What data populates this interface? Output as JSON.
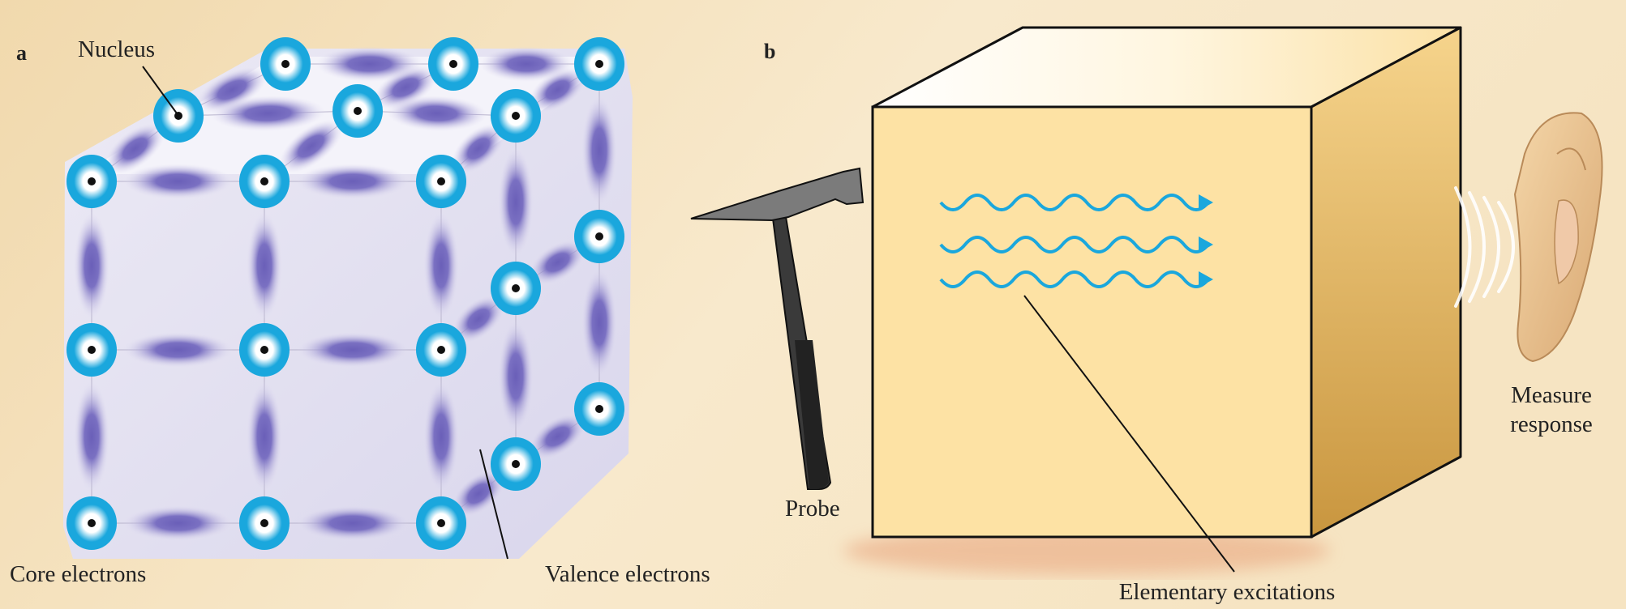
{
  "panel_a": {
    "label": "a",
    "nucleus_label": "Nucleus",
    "core_label": "Core electrons",
    "valence_label": "Valence electrons"
  },
  "panel_b": {
    "label": "b",
    "probe_label": "Probe",
    "excitations_label": "Elementary excitations",
    "measure_line1": "Measure",
    "measure_line2": "response"
  },
  "colors": {
    "atom": "#1aa7dd",
    "bond": "#6a5fb8",
    "box_front": "#fde2a4",
    "wave": "#1aa7dd"
  }
}
